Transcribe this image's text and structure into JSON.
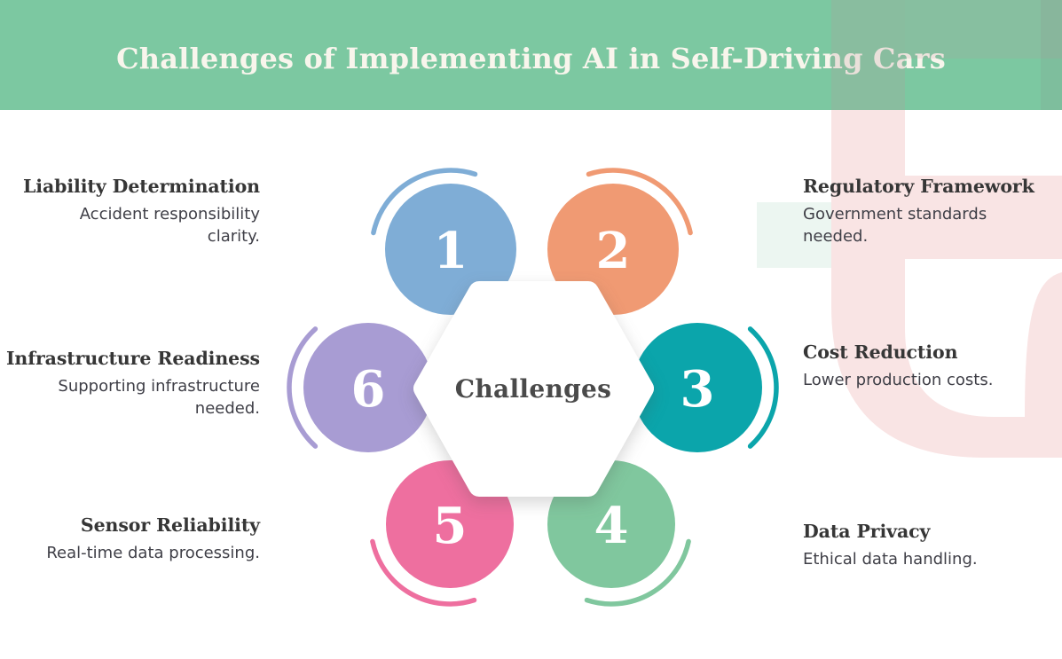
{
  "header": {
    "title": "Challenges of Implementing AI in Self-Driving Cars",
    "bg_color": "#7cc8a1",
    "title_color": "#f8f5ec"
  },
  "center": {
    "label": "Challenges",
    "label_color": "#4a4a4a",
    "shape_color": "#ffffff"
  },
  "items": [
    {
      "number": "1",
      "color": "#7fadd6",
      "position": "top-left",
      "title": "Liability Determination",
      "description": "Accident responsibility clarity."
    },
    {
      "number": "2",
      "color": "#f09a73",
      "position": "top-right",
      "title": "Regulatory Framework",
      "description": "Government standards needed."
    },
    {
      "number": "3",
      "color": "#0ba5ab",
      "position": "right",
      "title": "Cost Reduction",
      "description": "Lower production costs."
    },
    {
      "number": "4",
      "color": "#80c79e",
      "position": "bottom-right",
      "title": "Data Privacy",
      "description": "Ethical data handling."
    },
    {
      "number": "5",
      "color": "#ee6f9f",
      "position": "bottom-left",
      "title": "Sensor Reliability",
      "description": "Real-time data processing."
    },
    {
      "number": "6",
      "color": "#a89cd3",
      "position": "left",
      "title": "Infrastructure Readiness",
      "description": "Supporting infrastructure needed."
    }
  ],
  "decor": {
    "watermark_color": "#f9e4e4",
    "mint_color": "#ecf6f1"
  }
}
